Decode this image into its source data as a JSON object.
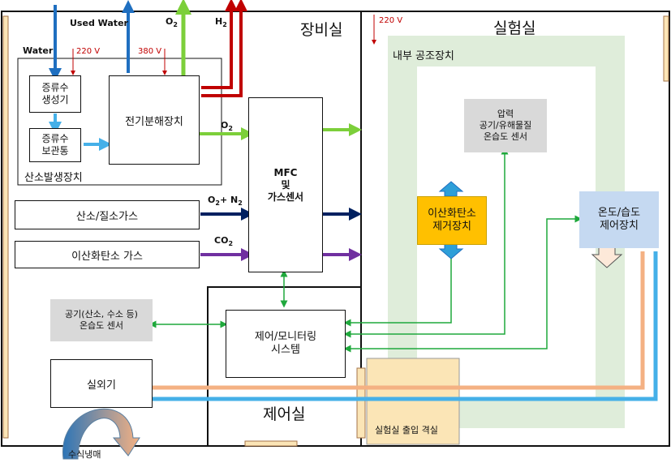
{
  "rooms": {
    "equipment": "장비실",
    "lab": "실험실",
    "control": "제어실",
    "air_handler": "내부 공조장치",
    "airlock": "실험실 출입 격실"
  },
  "labels": {
    "used_water": "Used Water",
    "water": "Water",
    "o2_top": "O",
    "o2_top_sub": "2",
    "h2_top": "H",
    "h2_top_sub": "2",
    "v220_left": "220 V",
    "v380": "380 V",
    "v220_lab": "220 V",
    "o2_mid": "O",
    "o2_mid_sub": "2",
    "o2n2": "O",
    "o2n2_sub1": "2",
    "o2n2_plus": "+ N",
    "o2n2_sub2": "2",
    "co2": "CO",
    "co2_sub": "2",
    "refrigerant": "수식냉매"
  },
  "boxes": {
    "distill_gen": "증류수\n생성기",
    "distill_store": "증류수\n보관통",
    "electrolysis": "전기분해장치",
    "oxygen_unit": "산소발생장치",
    "o2n2_gas": "산소/질소가스",
    "co2_gas": "이산화탄소 가스",
    "mfc": "MFC\n및\n가스센서",
    "air_sensor": "공기(산소, 수소 등)\n온습도 센서",
    "control_sys": "제어/모니터링\n시스템",
    "outdoor": "실외기",
    "pressure_sensor": "압력\n공기/유해물질\n온습도 센서",
    "co2_removal": "이산화탄소\n제거장치",
    "temp_control": "온도/습도\n제어장치"
  },
  "colors": {
    "water_blue": "#1f6fc0",
    "o2_green": "#7ccf3a",
    "h2_red": "#c00000",
    "navy": "#002060",
    "purple": "#7030a0",
    "signal_green": "#1fa83c",
    "light_blue": "#45b0e8",
    "orange": "#f4b183",
    "yellow": "#ffc000",
    "pale_blue": "#c5d9f1",
    "pale_green": "#d9ead3",
    "tan": "#fbe5b6"
  }
}
